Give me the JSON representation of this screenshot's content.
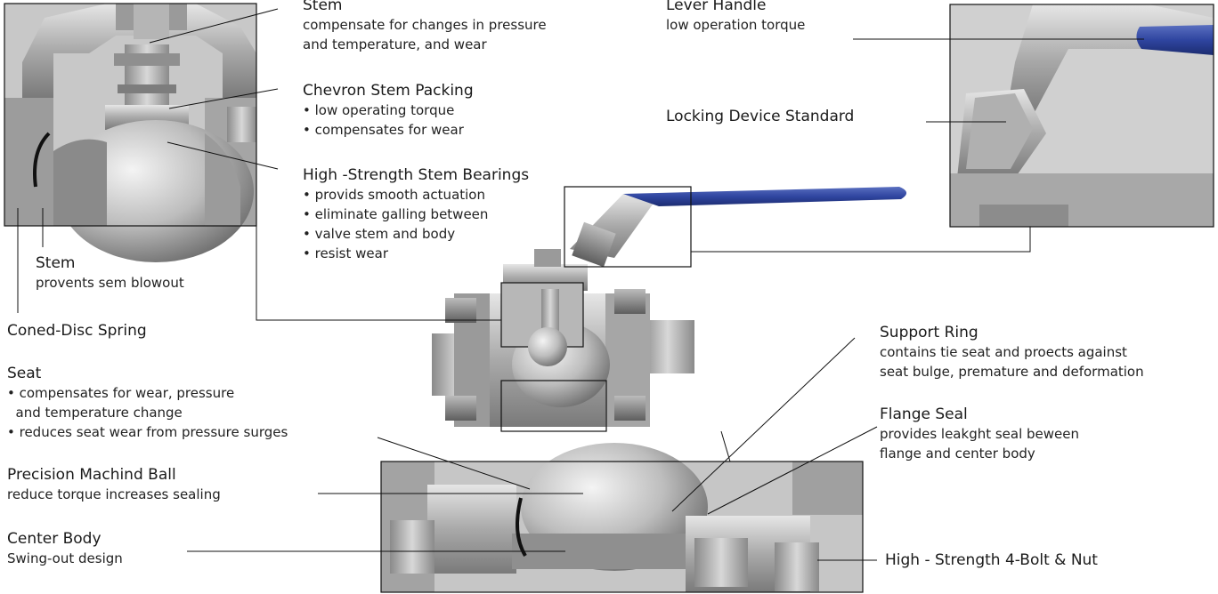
{
  "callouts": {
    "stem_top": {
      "title": "Stem",
      "lines": [
        "compensate for changes in pressure",
        "and temperature, and wear"
      ]
    },
    "chevron": {
      "title": "Chevron Stem Packing",
      "bullets": [
        "• low operating torque",
        "• compensates for wear"
      ]
    },
    "bearings": {
      "title": "High -Strength Stem Bearings",
      "bullets": [
        "• provids smooth actuation",
        "• eliminate galling between",
        "• valve stem and body",
        "• resist wear"
      ]
    },
    "lever": {
      "title": "Lever Handle",
      "lines": [
        "low operation torque"
      ]
    },
    "locking": {
      "title": "Locking Device Standard"
    },
    "stem_left": {
      "title": "Stem",
      "lines": [
        "provents sem blowout"
      ]
    },
    "coned": {
      "title": "Coned-Disc Spring"
    },
    "seat": {
      "title": "Seat",
      "lines": [
        "• compensates for wear, pressure",
        "  and temperature change",
        "• reduces seat wear from pressure surges"
      ]
    },
    "ball": {
      "title": "Precision Machind Ball",
      "lines": [
        "reduce torque increases sealing"
      ]
    },
    "center_body": {
      "title": "Center Body",
      "lines": [
        "Swing-out design"
      ]
    },
    "support_ring": {
      "title": "Support Ring",
      "lines": [
        "contains tie seat and proects against",
        "seat bulge, premature and deformation"
      ]
    },
    "flange_seal": {
      "title": "Flange Seal",
      "lines": [
        "provides leakght seal beween",
        "flange and center body"
      ]
    },
    "bolt_nut": {
      "title": "High - Strength 4-Bolt & Nut"
    }
  }
}
